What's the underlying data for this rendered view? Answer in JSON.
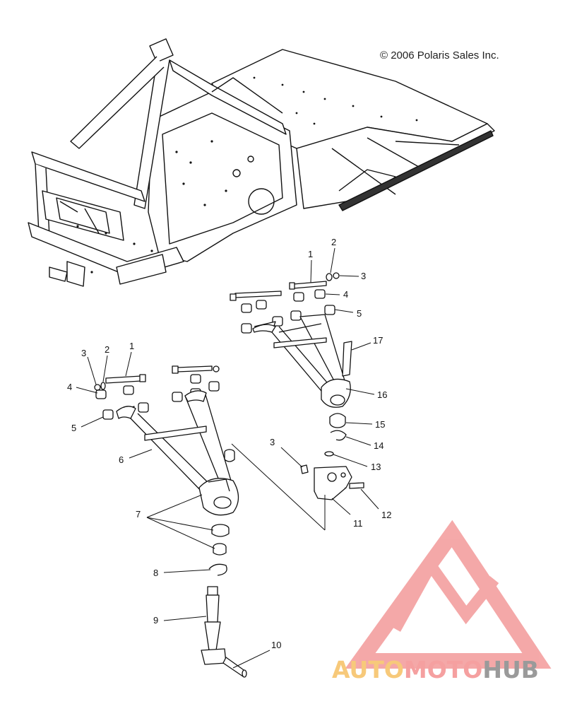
{
  "copyright": "© 2006 Polaris Sales Inc.",
  "callouts": [
    {
      "id": "c1a",
      "text": "1"
    },
    {
      "id": "c2a",
      "text": "2"
    },
    {
      "id": "c3a",
      "text": "3"
    },
    {
      "id": "c4a",
      "text": "4"
    },
    {
      "id": "c5a",
      "text": "5"
    },
    {
      "id": "c17",
      "text": "17"
    },
    {
      "id": "c16",
      "text": "16"
    },
    {
      "id": "c15",
      "text": "15"
    },
    {
      "id": "c14",
      "text": "14"
    },
    {
      "id": "c13",
      "text": "13"
    },
    {
      "id": "c12",
      "text": "12"
    },
    {
      "id": "c11",
      "text": "11"
    },
    {
      "id": "c3c",
      "text": "3"
    },
    {
      "id": "c3b",
      "text": "3"
    },
    {
      "id": "c2b",
      "text": "2"
    },
    {
      "id": "c1b",
      "text": "1"
    },
    {
      "id": "c4b",
      "text": "4"
    },
    {
      "id": "c5b",
      "text": "5"
    },
    {
      "id": "c6",
      "text": "6"
    },
    {
      "id": "c7",
      "text": "7"
    },
    {
      "id": "c8",
      "text": "8"
    },
    {
      "id": "c9",
      "text": "9"
    },
    {
      "id": "c10",
      "text": "10"
    }
  ],
  "watermark": {
    "part1": "AUTO",
    "part2": "MOTO",
    "part3": "HUB",
    "color1": "#f7c97a",
    "color2": "#f5a0a0",
    "color3": "#9a9a9a",
    "logo_color": "#f39a9a"
  }
}
